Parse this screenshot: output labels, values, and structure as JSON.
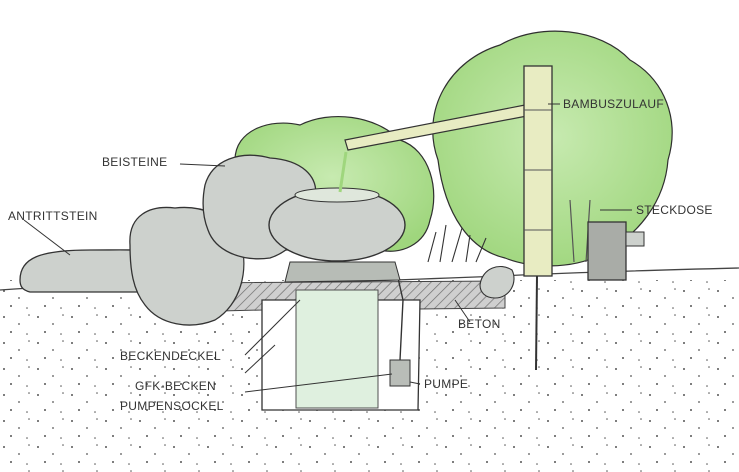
{
  "labels": {
    "bambuszulauf": "BAMBUSZULAUF",
    "beisteine": "BEISTEINE",
    "antrittstein": "ANTRITTSTEIN",
    "steckdose": "STECKDOSE",
    "beton": "BETON",
    "beckendeckel": "BECKENDECKEL",
    "gfk_becken": "GFK-BECKEN",
    "pumpe": "PUMPE",
    "pumpensockel": "PUMPENSOCKEL"
  },
  "colors": {
    "foliage": "#9fd67d",
    "foliage_light": "#c7eab0",
    "stone": "#cdd1cd",
    "stone_dark": "#9ea39e",
    "water_basin": "#dff0df",
    "bamboo": "#e8ecc2",
    "concrete": "#c9c9c9",
    "outlet": "#a9aca7",
    "ink": "#333333"
  }
}
